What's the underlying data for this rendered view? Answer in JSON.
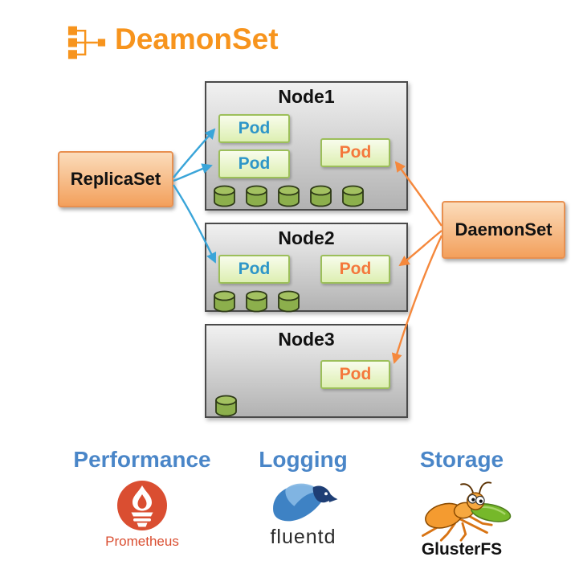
{
  "header": {
    "title": "DeamonSet"
  },
  "nodes": [
    {
      "name": "Node1",
      "disks": 5,
      "pods": [
        {
          "label": "Pod",
          "managed_by": "ReplicaSet"
        },
        {
          "label": "Pod",
          "managed_by": "ReplicaSet"
        },
        {
          "label": "Pod",
          "managed_by": "DaemonSet"
        }
      ]
    },
    {
      "name": "Node2",
      "disks": 3,
      "pods": [
        {
          "label": "Pod",
          "managed_by": "ReplicaSet"
        },
        {
          "label": "Pod",
          "managed_by": "DaemonSet"
        }
      ]
    },
    {
      "name": "Node3",
      "disks": 1,
      "pods": [
        {
          "label": "Pod",
          "managed_by": "DaemonSet"
        }
      ]
    }
  ],
  "controllers": {
    "replicaset": {
      "label": "ReplicaSet"
    },
    "daemonset": {
      "label": "DaemonSet"
    }
  },
  "footer": {
    "columns": [
      {
        "heading": "Performance",
        "product": "Prometheus",
        "icon": "prometheus-logo"
      },
      {
        "heading": "Logging",
        "product": "fluentd",
        "icon": "fluentd-logo"
      },
      {
        "heading": "Storage",
        "product": "GlusterFS",
        "icon": "glusterfs-logo"
      }
    ]
  },
  "colors": {
    "title_orange": "#F7941D",
    "replica_arrow_blue": "#3AA5D9",
    "daemon_arrow_orange": "#F5883C",
    "replica_pod_text": "#2E96C8",
    "daemon_pod_text": "#F4783C",
    "heading_blue": "#4A86C8",
    "prometheus_red": "#DA4E31",
    "node_border": "#4A4A4A",
    "pod_border": "#9CBF5A"
  }
}
